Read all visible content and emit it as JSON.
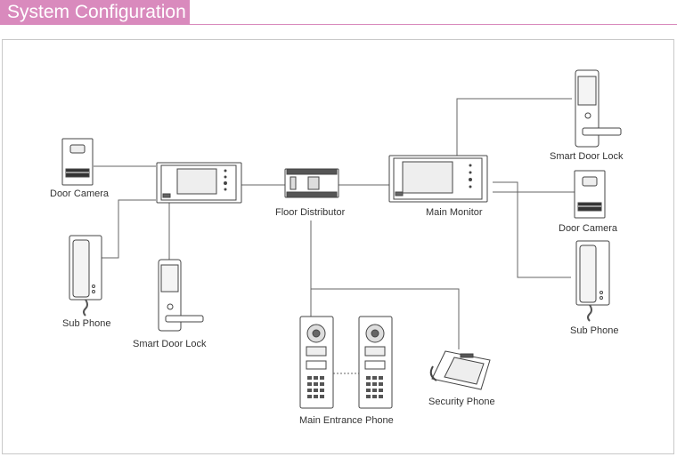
{
  "header": {
    "title": "System Configuration"
  },
  "colors": {
    "accent": "#d98abd",
    "line": "#666666",
    "device_stroke": "#444444"
  },
  "labels": {
    "door_camera_left": "Door Camera",
    "sub_phone_left": "Sub Phone",
    "smart_door_lock_left": "Smart Door Lock",
    "floor_distributor": "Floor Distributor",
    "main_monitor": "Main Monitor",
    "smart_door_lock_right": "Smart Door Lock",
    "door_camera_right": "Door Camera",
    "sub_phone_right": "Sub Phone",
    "main_entrance_phone": "Main Entrance Phone",
    "security_phone": "Security Phone"
  }
}
